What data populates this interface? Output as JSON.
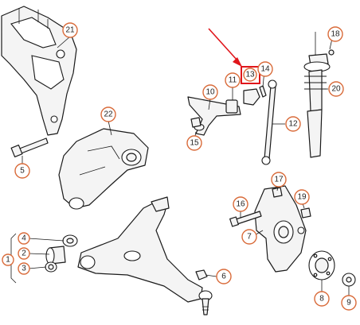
{
  "callouts": {
    "c1": "1",
    "c2": "2",
    "c3": "3",
    "c4": "4",
    "c5": "5",
    "c6": "6",
    "c7": "7",
    "c8": "8",
    "c9": "9",
    "c10": "10",
    "c11": "11",
    "c12": "12",
    "c13": "13",
    "c14": "14",
    "c15": "15",
    "c16": "16",
    "c17": "17",
    "c18": "18",
    "c19": "19",
    "c20": "20",
    "c21": "21",
    "c22": "22"
  },
  "highlighted_part": "13",
  "colors": {
    "callout_ring": "#d96b3a",
    "highlight": "#e0161b",
    "line": "#1a1a1a"
  }
}
